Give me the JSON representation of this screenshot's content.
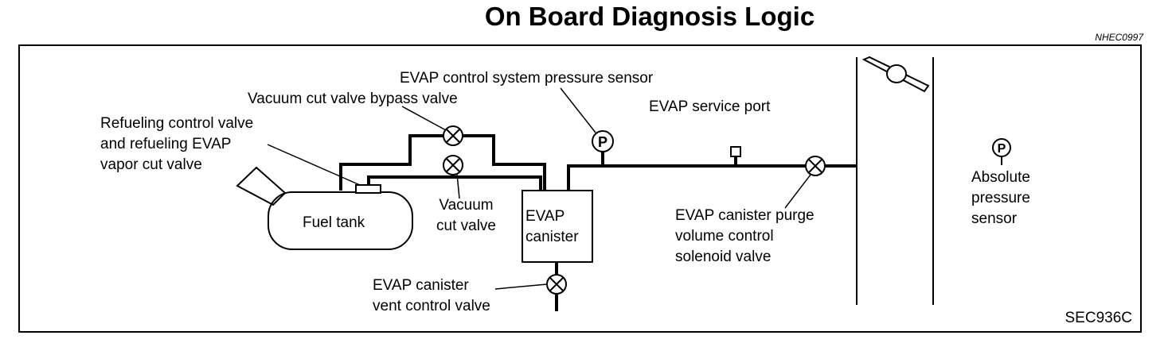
{
  "title": "On Board Diagnosis Logic",
  "ref_code": "NHEC0997",
  "figure_code": "SEC936C",
  "symbols": {
    "pressure": "P"
  },
  "labels": {
    "pressure_sensor": "EVAP control system pressure sensor",
    "bypass_valve": "Vacuum cut valve bypass valve",
    "refuel_valve": [
      "Refueling control valve",
      "and refueling EVAP",
      "vapor cut valve"
    ],
    "service_port": "EVAP service port",
    "fuel_tank": "Fuel tank",
    "vacuum_cut": [
      "Vacuum",
      "cut valve"
    ],
    "canister": [
      "EVAP",
      "canister"
    ],
    "purge_valve": [
      "EVAP canister purge",
      "volume control",
      "solenoid valve"
    ],
    "vent_valve": [
      "EVAP canister",
      "vent control valve"
    ],
    "abs_sensor": [
      "Absolute",
      "pressure",
      "sensor"
    ]
  }
}
